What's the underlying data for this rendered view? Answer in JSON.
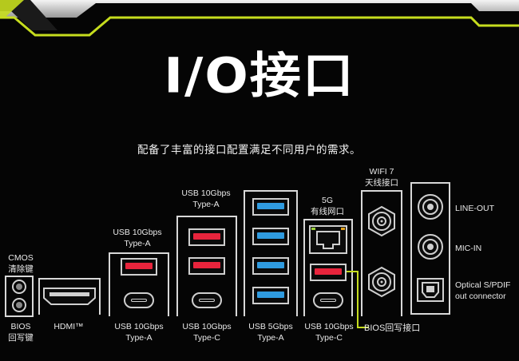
{
  "page": {
    "title": "I/O接口",
    "subtitle": "配备了丰富的接口配置满足不同用户的需求。"
  },
  "colors": {
    "accent_yellow": "#c6dd1e",
    "usb_red": "#e8243c",
    "usb_blue": "#2f9be0",
    "frame": "#d8d8d8"
  },
  "labels_top": {
    "cmos": "CMOS\n清除键",
    "usb10_a_left": "USB 10Gbps\nType-A",
    "usb10_a_mid": "USB 10Gbps\nType-A",
    "lan": "5G\n有线网口",
    "wifi": "WIFI 7\n天线接口",
    "line_out": "LINE-OUT",
    "mic_in": "MIC-IN",
    "optical": "Optical S/PDIF\nout connector"
  },
  "labels_bottom": {
    "bios": "BIOS\n回写键",
    "hdmi": "HDMI™",
    "usb10_a": "USB 10Gbps\nType-A",
    "usb10_c_mid": "USB 10Gbps\nType-C",
    "usb5_a": "USB 5Gbps\nType-A",
    "usb10_c_right": "USB 10Gbps\nType-C",
    "bios_port": "BIOS回写接口"
  },
  "icons": {
    "usb_a": "usb-a-port-icon",
    "usb_c": "usb-c-port-icon",
    "hdmi": "hdmi-port-icon",
    "ethernet": "ethernet-port-icon",
    "antenna": "antenna-connector-icon",
    "audio_jack": "audio-jack-icon",
    "optical": "optical-port-icon",
    "button": "push-button-icon"
  }
}
